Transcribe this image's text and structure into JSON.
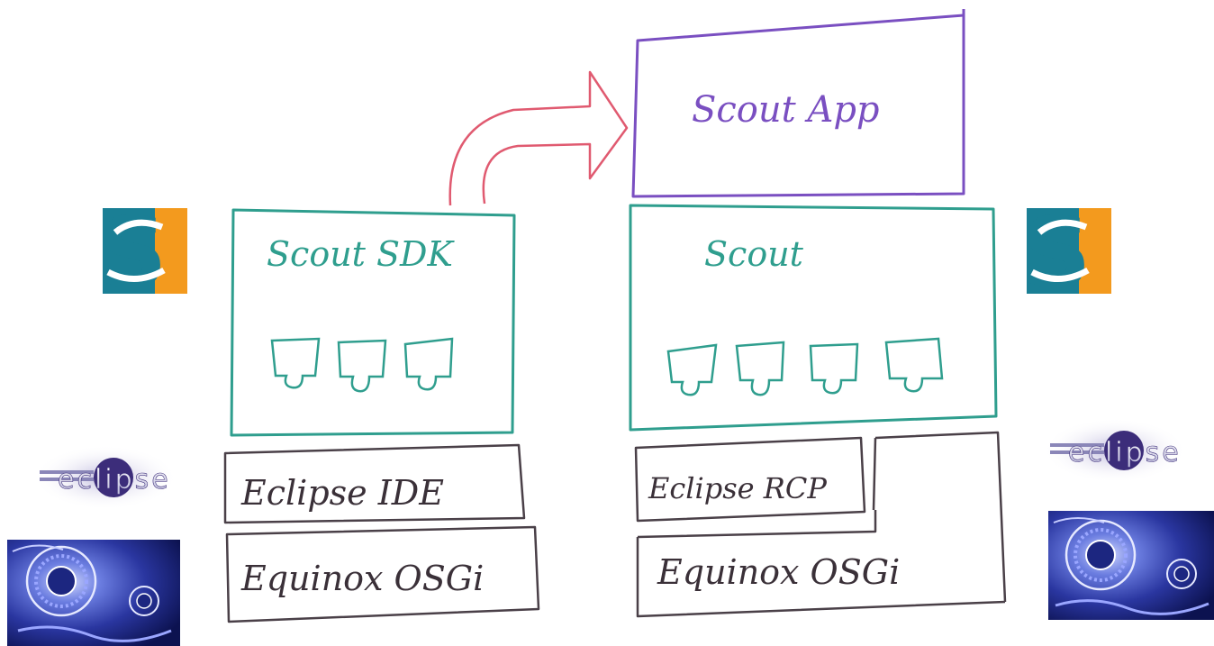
{
  "left_stack": {
    "sdk_label": "Scout SDK",
    "ide_label": "Eclipse IDE",
    "osgi_label": "Equinox OSGi"
  },
  "right_stack": {
    "app_label": "Scout App",
    "scout_label": "Scout",
    "rcp_label": "Eclipse RCP",
    "osgi_label": "Equinox OSGi"
  },
  "logos": {
    "eclipse_word": "eclipse",
    "scout_letter": "S"
  },
  "colors": {
    "teal_box": "#2f9e8e",
    "purple_box": "#7a4fc1",
    "gray_box": "#4a4048",
    "arrow": "#e05a70",
    "scout_teal": "#1a7f95",
    "scout_orange": "#f39a1e",
    "eclipse_purple": "#3c2d7a",
    "fractal_blue": "#2c3fa0"
  }
}
